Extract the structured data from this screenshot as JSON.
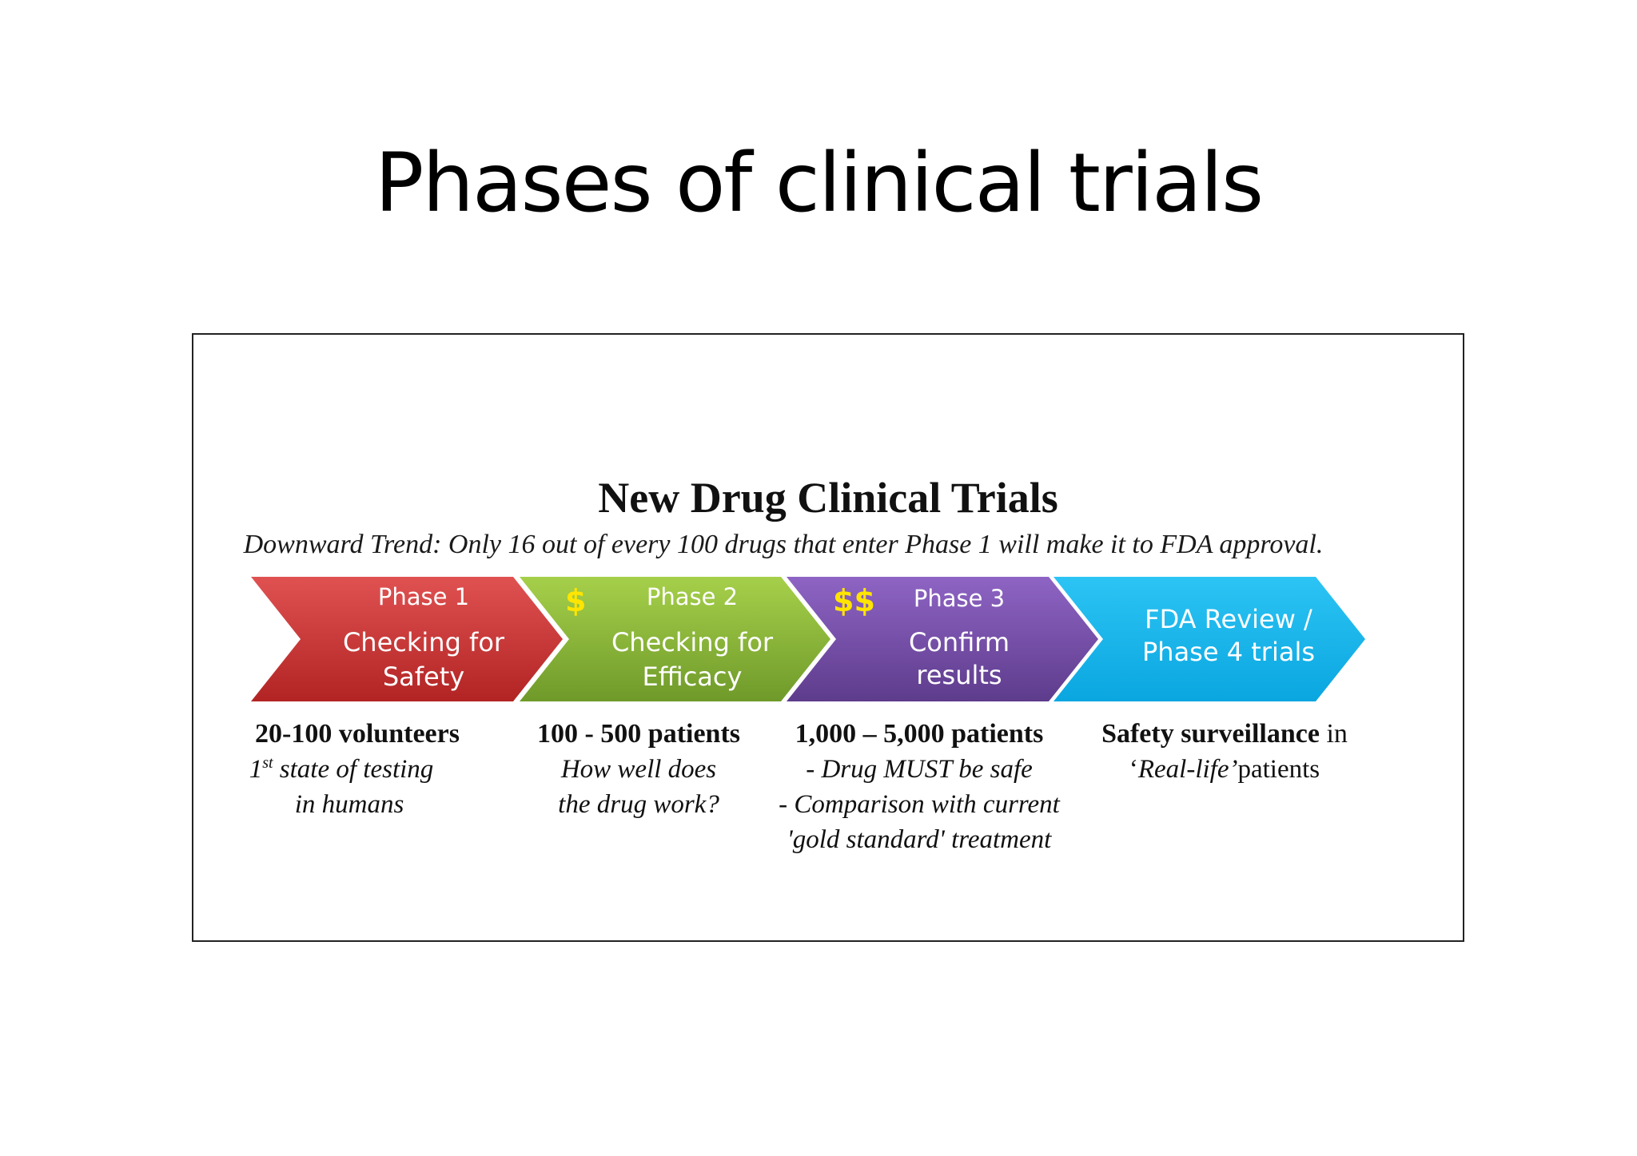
{
  "slide": {
    "title": "Phases of clinical trials"
  },
  "figure": {
    "title": "New Drug Clinical Trials",
    "subtitle": "Downward Trend: Only 16 out of every 100 drugs that enter Phase 1 will make it to FDA approval."
  },
  "phases": [
    {
      "heading": "Phase 1",
      "line1": "Checking for",
      "line2": "Safety",
      "cost": "",
      "colors": {
        "top": "#e05252",
        "bottom": "#b22424"
      },
      "desc_head": "20-100 volunteers",
      "desc_prefix": "1",
      "desc_sup": "st",
      "desc_line1_rest": " state of testing",
      "desc_line2": "in humans"
    },
    {
      "heading": "Phase 2",
      "line1": "Checking for",
      "line2": "Efficacy",
      "cost": "$",
      "colors": {
        "top": "#a6d04a",
        "bottom": "#6f9a2a"
      },
      "desc_head": "100 - 500 patients",
      "desc_line1": "How well does",
      "desc_line2": "the drug work?"
    },
    {
      "heading": "Phase 3",
      "line1": "Confirm",
      "line2": "results",
      "cost": "$$",
      "colors": {
        "top": "#8e64c4",
        "bottom": "#5e3c8c"
      },
      "desc_head": "1,000 – 5,000 patients",
      "desc_line1": "- Drug MUST be safe",
      "desc_line2": "- Comparison with current",
      "desc_line3": "'gold standard' treatment"
    },
    {
      "heading": "",
      "line1": "FDA Review /",
      "line2": "Phase 4 trials",
      "cost": "",
      "colors": {
        "top": "#2cc4f4",
        "bottom": "#0aa6e0"
      },
      "desc_head": "Safety surveillance",
      "desc_head_rest": " in",
      "desc_quote_open": "‘",
      "desc_line1": "Real-life’",
      "desc_line1_rest": "patients"
    }
  ]
}
